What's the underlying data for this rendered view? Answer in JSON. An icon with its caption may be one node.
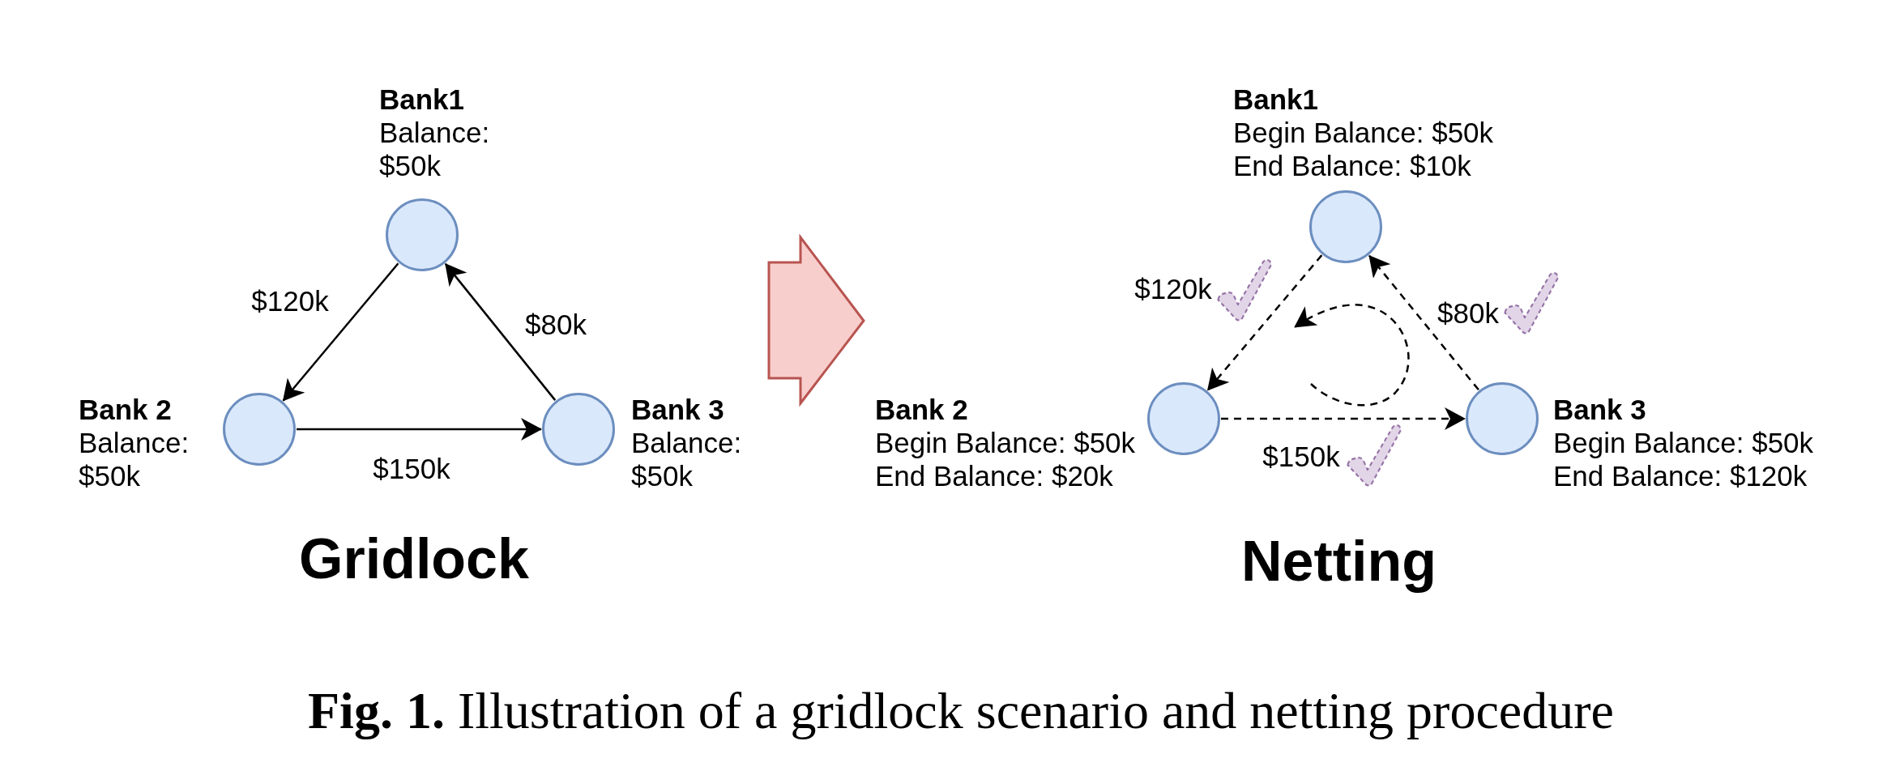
{
  "diagram": {
    "caption": "**Fig. 1.** Illustration of a gridlock scenario and netting procedure",
    "nodes": [
      {
        "text": [],
        "shape": "circle",
        "beside": [
          "Bank1",
          "Balance: $50k"
        ]
      },
      {
        "text": [],
        "shape": "circle",
        "beside": [
          "Bank 2",
          "Balance: $50k"
        ]
      },
      {
        "text": [],
        "shape": "circle",
        "beside": [
          "Bank 3",
          "Balance: $50k"
        ]
      },
      {
        "text": [],
        "shape": "circle",
        "beside": [
          "Bank1",
          "Begin Balance: $50k",
          "End Balance: $10k"
        ]
      },
      {
        "text": [],
        "shape": "circle",
        "beside": [
          "Bank 2",
          "Begin Balance: $50k",
          "End Balance: $20k"
        ]
      },
      {
        "text": [],
        "shape": "circle",
        "beside": [
          "Bank 3",
          "Begin Balance: $50k",
          "End Balance: $120k"
        ]
      }
    ],
    "edges": [
      {
        "from": 0,
        "to": 1,
        "arrow": "to",
        "label": "$120k"
      },
      {
        "from": 2,
        "to": 0,
        "arrow": "to",
        "label": "$80k"
      },
      {
        "from": 1,
        "to": 2,
        "arrow": "to",
        "label": "$150k"
      },
      {
        "from": 3,
        "to": 4,
        "arrow": "to",
        "label": "$120k",
        "style": "dashed"
      },
      {
        "from": 5,
        "to": 3,
        "arrow": "to",
        "label": "$80k",
        "style": "dashed"
      },
      {
        "from": 4,
        "to": 5,
        "arrow": "to",
        "label": "$150k",
        "style": "dashed"
      }
    ],
    "labels": [
      "Gridlock",
      "Netting"
    ]
  }
}
